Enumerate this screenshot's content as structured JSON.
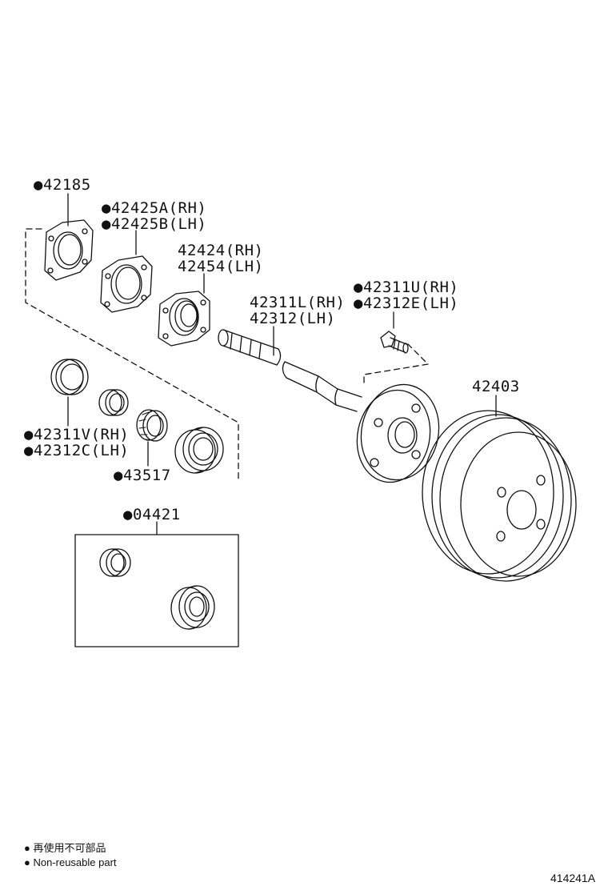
{
  "parts": {
    "p42185": "●42185",
    "p42425a": "●42425A(RH)",
    "p42425b": "●42425B(LH)",
    "p42424": "42424(RH)",
    "p42454": "42454(LH)",
    "p42311l": "42311L(RH)",
    "p42312": "42312(LH)",
    "p42311u": "●42311U(RH)",
    "p42312e": "●42312E(LH)",
    "p42403": "42403",
    "p42311v": "●42311V(RH)",
    "p42312c": "●42312C(LH)",
    "p43517": "●43517",
    "p04421": "●04421"
  },
  "legend": {
    "jp": "● 再使用不可部品",
    "en": "● Non-reusable part"
  },
  "figure_id": "414241A"
}
